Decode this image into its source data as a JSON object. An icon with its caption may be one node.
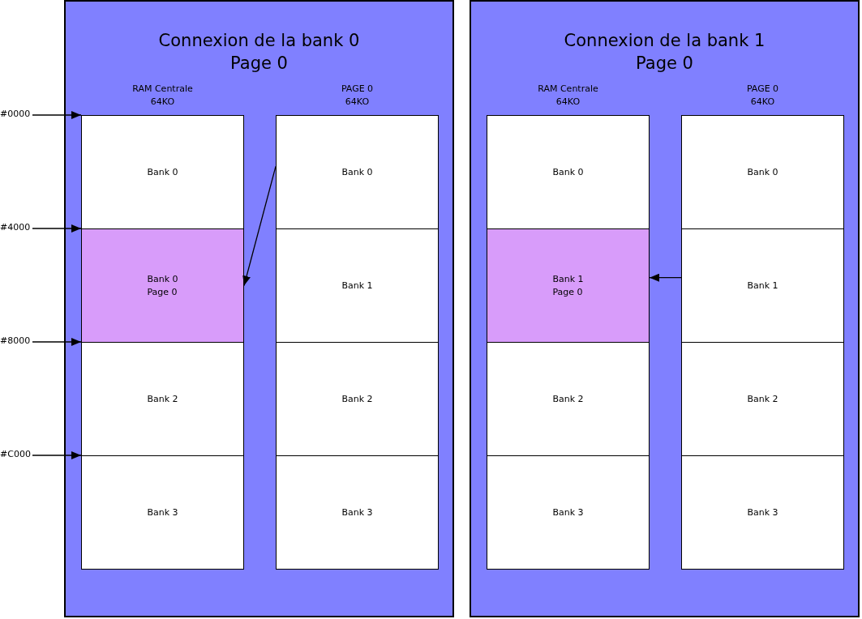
{
  "diagram": {
    "nodes": [
      {
        "text": [
          "Connexion de la bank 0",
          "Page 0"
        ]
      },
      {
        "text": [
          "RAM Centrale",
          "64KO"
        ],
        "in": 0
      },
      {
        "text": [
          "Bank 0"
        ],
        "in": 1
      },
      {
        "text": [
          "Bank 0",
          "Page 0"
        ],
        "in": 1
      },
      {
        "text": [
          "Bank 2"
        ],
        "in": 1
      },
      {
        "text": [
          "Bank 3"
        ],
        "in": 1
      },
      {
        "text": [
          "PAGE 0",
          "64KO"
        ],
        "in": 0
      },
      {
        "text": [
          "Bank 0"
        ],
        "in": 6
      },
      {
        "text": [
          "Bank 1"
        ],
        "in": 6
      },
      {
        "text": [
          "Bank 2"
        ],
        "in": 6
      },
      {
        "text": [
          "Bank 3"
        ],
        "in": 6
      },
      {
        "text": [
          "Connexion de la bank 1",
          "Page 0"
        ]
      },
      {
        "text": [
          "RAM Centrale",
          "64KO"
        ],
        "in": 11
      },
      {
        "text": [
          "Bank 0"
        ],
        "in": 12
      },
      {
        "text": [
          "Bank 1",
          "Page 0"
        ],
        "in": 12
      },
      {
        "text": [
          "Bank 2"
        ],
        "in": 12
      },
      {
        "text": [
          "Bank 3"
        ],
        "in": 12
      },
      {
        "text": [
          "PAGE 0",
          "64KO"
        ],
        "in": 11
      },
      {
        "text": [
          "Bank 0"
        ],
        "in": 17
      },
      {
        "text": [
          "Bank 1"
        ],
        "in": 17
      },
      {
        "text": [
          "Bank 2"
        ],
        "in": 17
      },
      {
        "text": [
          "Bank 3"
        ],
        "in": 17
      },
      {
        "text": [
          "#0000"
        ]
      },
      {
        "text": [
          "#4000"
        ]
      },
      {
        "text": [
          "#8000"
        ]
      },
      {
        "text": [
          "#C000"
        ]
      }
    ],
    "edges": [
      {
        "from": 7,
        "to": 3,
        "arrow": "to"
      },
      {
        "from": 19,
        "to": 14,
        "arrow": "to"
      },
      {
        "from": 22,
        "to": 2,
        "arrow": "to"
      },
      {
        "from": 23,
        "to": 3,
        "arrow": "to"
      },
      {
        "from": 24,
        "to": 4,
        "arrow": "to"
      },
      {
        "from": 25,
        "to": 5,
        "arrow": "to"
      }
    ]
  }
}
